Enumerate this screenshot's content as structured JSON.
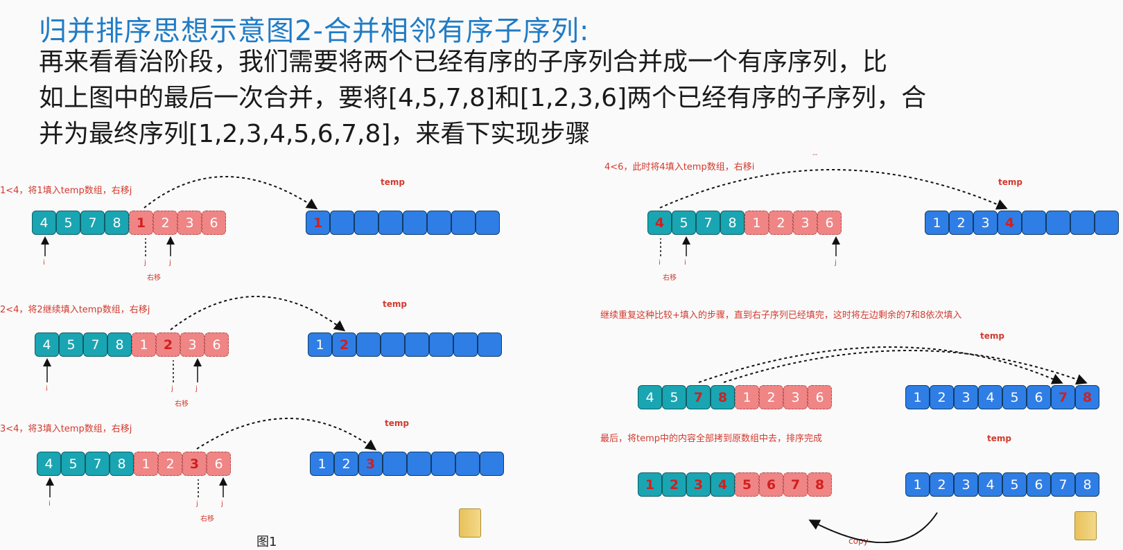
{
  "title": "归并排序思想示意图2-合并相邻有序子序列:",
  "paragraph": {
    "line1": "再来看看治阶段，我们需要将两个已经有序的子序列合并成一个有序序列，比",
    "line2": "如上图中的最后一次合并，要将[4,5,7,8]和[1,2,3,6]两个已经有序的子序列，合",
    "line3": "并为最终序列[1,2,3,4,5,6,7,8]，来看下实现步骤"
  },
  "labels": {
    "temp": "temp",
    "i": "i",
    "j": "j",
    "right_shift": "右移",
    "figure": "图1",
    "copy": "copy",
    "top_dash": "--"
  },
  "steps": {
    "s1_note": "1<4，将1填入temp数组，右移j",
    "s2_note": "2<4，将2继续填入temp数组，右移j",
    "s3_note": "3<4，将3填入temp数组，右移j",
    "s4_note": "4<6，此时将4填入temp数组，右移i",
    "s5_note": "继续重复这种比较+填入的步骤，直到右子序列已经填完，这时将左边剩余的7和8依次填入",
    "s6_note": "最后，将temp中的内容全部拷到原数组中去，排序完成"
  },
  "colors": {
    "teal": "#1aa5b2",
    "pink": "#f08585",
    "blue": "#2f7ee6",
    "red": "#d11f1f",
    "title": "#1f7bc6"
  },
  "arrays": {
    "a1": {
      "values": [
        "4",
        "5",
        "7",
        "8",
        "1",
        "2",
        "3",
        "6"
      ],
      "red": [
        4
      ]
    },
    "t1": {
      "values": [
        "1",
        "",
        "",
        "",
        "",
        "",
        "",
        ""
      ],
      "red": [
        0
      ]
    },
    "a2": {
      "values": [
        "4",
        "5",
        "7",
        "8",
        "1",
        "2",
        "3",
        "6"
      ],
      "red": [
        5
      ]
    },
    "t2": {
      "values": [
        "1",
        "2",
        "",
        "",
        "",
        "",
        "",
        ""
      ],
      "red": [
        1
      ]
    },
    "a3": {
      "values": [
        "4",
        "5",
        "7",
        "8",
        "1",
        "2",
        "3",
        "6"
      ],
      "red": [
        6
      ]
    },
    "t3": {
      "values": [
        "1",
        "2",
        "3",
        "",
        "",
        "",
        "",
        ""
      ],
      "red": [
        2
      ]
    },
    "a4": {
      "values": [
        "4",
        "5",
        "7",
        "8",
        "1",
        "2",
        "3",
        "6"
      ],
      "red": [
        0
      ]
    },
    "t4": {
      "values": [
        "1",
        "2",
        "3",
        "4",
        "",
        "",
        "",
        ""
      ],
      "red": [
        3
      ]
    },
    "a5": {
      "values": [
        "4",
        "5",
        "7",
        "8",
        "1",
        "2",
        "3",
        "6"
      ],
      "red": [
        2,
        3
      ]
    },
    "t5": {
      "values": [
        "1",
        "2",
        "3",
        "4",
        "5",
        "6",
        "7",
        "8"
      ],
      "red": [
        6,
        7
      ]
    },
    "a6": {
      "values": [
        "1",
        "2",
        "3",
        "4",
        "5",
        "6",
        "7",
        "8"
      ],
      "red": [
        0,
        1,
        2,
        3,
        4,
        5,
        6,
        7
      ]
    },
    "t6": {
      "values": [
        "1",
        "2",
        "3",
        "4",
        "5",
        "6",
        "7",
        "8"
      ],
      "red": []
    }
  }
}
